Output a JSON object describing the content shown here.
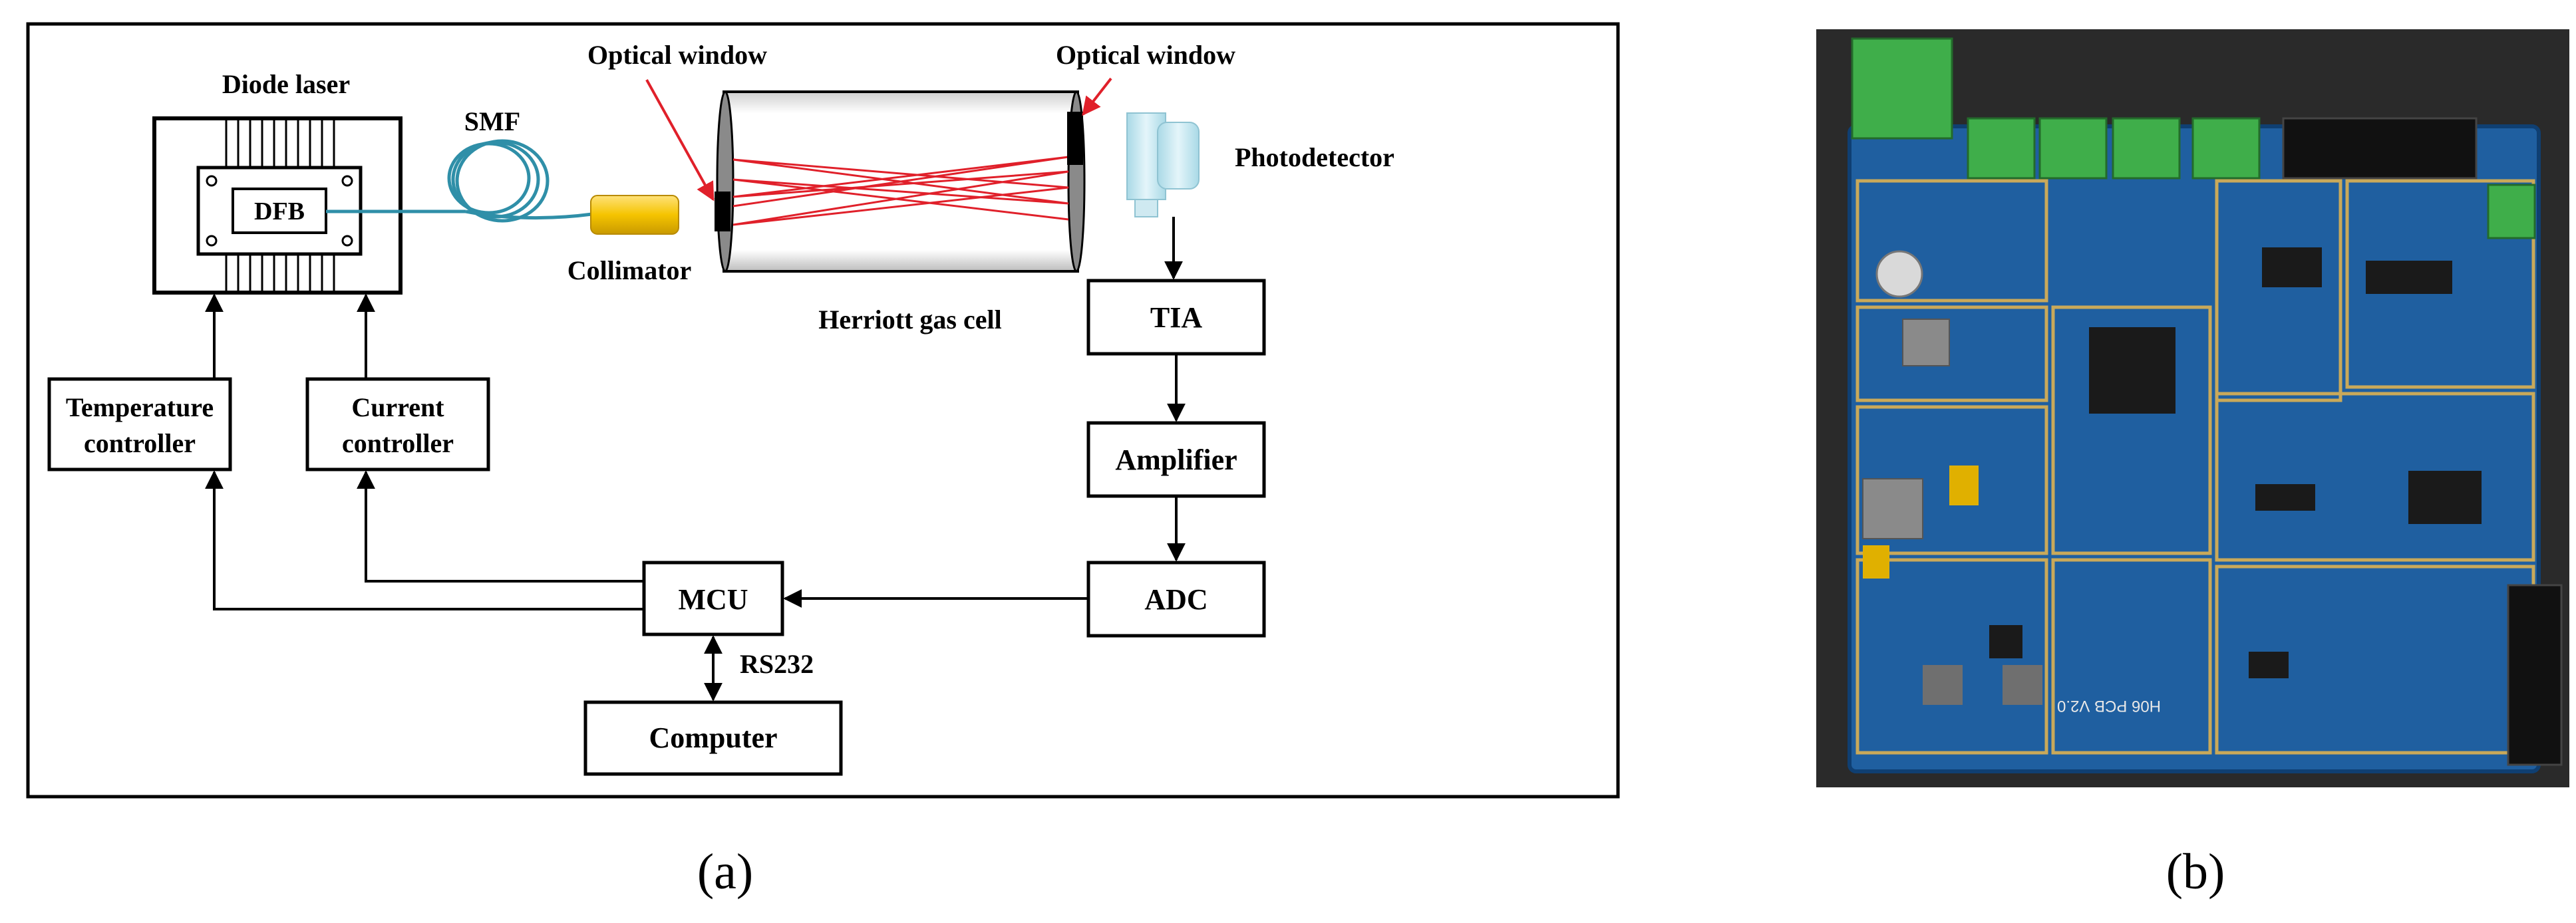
{
  "panel_a": {
    "caption": "(a)",
    "labels": {
      "diode_laser": "Diode laser",
      "dfb": "DFB",
      "smf": "SMF",
      "collimator": "Collimator",
      "optical_window_left": "Optical window",
      "optical_window_right": "Optical window",
      "herriott_cell": "Herriott gas cell",
      "photodetector": "Photodetector",
      "tia": "TIA",
      "amplifier": "Amplifier",
      "adc": "ADC",
      "mcu": "MCU",
      "rs232": "RS232",
      "computer": "Computer",
      "temp_controller_line1": "Temperature",
      "temp_controller_line2": "controller",
      "current_controller_line1": "Current",
      "current_controller_line2": "controller"
    },
    "colors": {
      "fiber": "#2f8fa8",
      "collimator": "#f5c400",
      "beam": "#e0202a",
      "pointer_arrow": "#e0202a",
      "photodetector": "#bfe4ee"
    }
  },
  "panel_b": {
    "caption": "(b)",
    "silkscreen": "H06 PCB V2.0",
    "colors": {
      "pcb": "#1f5fa0",
      "terminal_block": "#3fae4a",
      "background": "#2a2a2a"
    }
  }
}
